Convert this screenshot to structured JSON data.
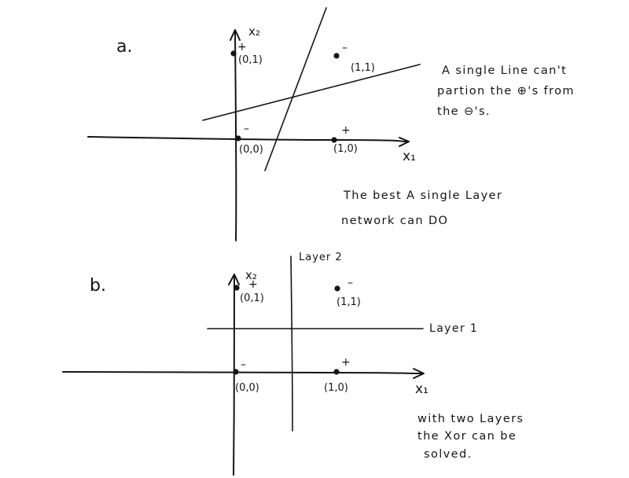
{
  "panel_a": {
    "label": "a.",
    "x_axis_label": "x₁",
    "y_axis_label": "x₂",
    "points": [
      {
        "coord": "(0,1)",
        "sign": "+"
      },
      {
        "coord": "(1,1)",
        "sign": "–"
      },
      {
        "coord": "(0,0)",
        "sign": "–"
      },
      {
        "coord": "(1,0)",
        "sign": "+"
      }
    ],
    "note_lines": [
      "A single Line can't",
      "partion the ⊕'s from",
      "the ⊖'s."
    ],
    "caption_lines": [
      "The best  A   single    Layer",
      "network    can    DO"
    ]
  },
  "panel_b": {
    "label": "b.",
    "x_axis_label": "x₁",
    "y_axis_label": "x₂",
    "layer2_label": "Layer 2",
    "layer1_label": "Layer 1",
    "points": [
      {
        "coord": "(0,1)",
        "sign": "+"
      },
      {
        "coord": "(1,1)",
        "sign": "–"
      },
      {
        "coord": "(0,0)",
        "sign": "–"
      },
      {
        "coord": "(1,0)",
        "sign": "+"
      }
    ],
    "note_lines": [
      "with   two  Layers",
      "the   Xor   can  be",
      "solved."
    ]
  }
}
